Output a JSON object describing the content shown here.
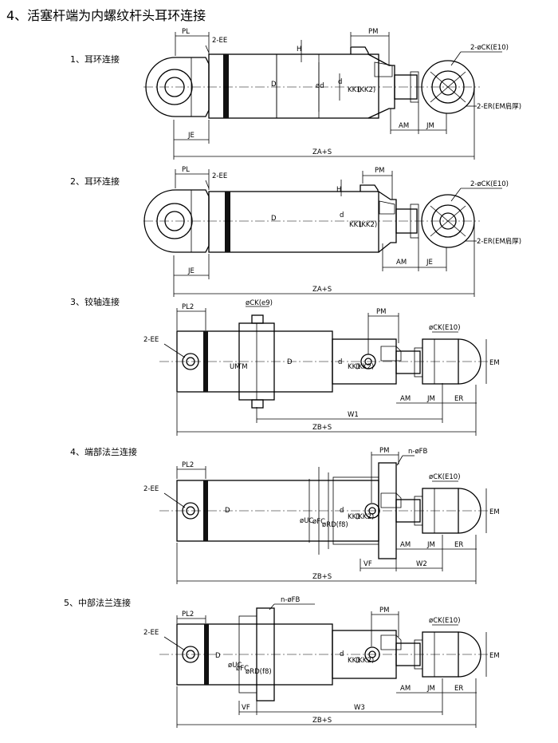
{
  "heading": "4、活塞杆端为内螺纹杆头耳环连接",
  "sections": [
    {
      "label": "1、耳环连接"
    },
    {
      "label": "2、耳环连接"
    },
    {
      "label": "3、铰轴连接"
    },
    {
      "label": "4、端部法兰连接"
    },
    {
      "label": "5、中部法兰连接"
    }
  ],
  "dims": {
    "PL": "PL",
    "PL2": "PL2",
    "EE2": "2-EE",
    "H": "H",
    "PM": "PM",
    "D": "D",
    "d1": "ød",
    "d": "d",
    "KK1": "KK1",
    "KK2": "(KK2)",
    "AM": "AM",
    "JM": "JM",
    "JE": "JE",
    "ZAS": "ZA+S",
    "ZBS": "ZB+S",
    "CK2": "2-øCK(E10)",
    "ER2": "2-ER(EM肩厚)",
    "CKe9": "øCK(e9)",
    "CKE10": "øCK(E10)",
    "EM": "EM",
    "ER": "ER",
    "UM": "UM",
    "TM": "TM",
    "W1": "W1",
    "W2": "W2",
    "W3": "W3",
    "VF": "VF",
    "UC": "øUC",
    "FC": "øFC",
    "RD": "øRD(f8)",
    "FB": "n-øFB"
  }
}
